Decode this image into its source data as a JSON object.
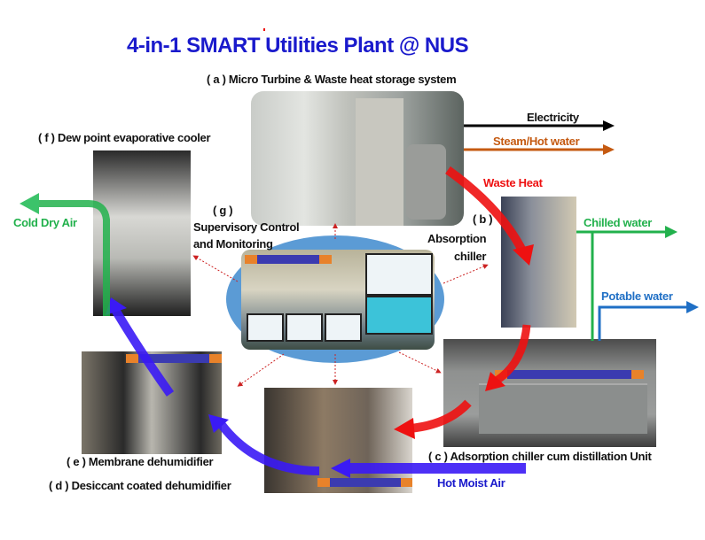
{
  "title": "4-in-1 SMART Utilities Plant @ NUS",
  "components": {
    "a": "( a ) Micro Turbine & Waste heat storage system",
    "b_tag": "( b )",
    "b_line1": "Absorption",
    "b_line2": "chiller",
    "c": "( c ) Adsorption chiller cum distillation Unit",
    "d": "( d ) Desiccant coated dehumidifier",
    "e": "( e ) Membrane dehumidifier",
    "f": "( f ) Dew point evaporative cooler",
    "g_tag": "( g )",
    "g_line1": "Supervisory Control",
    "g_line2": "and Monitoring"
  },
  "flows": {
    "electricity": "Electricity",
    "steam": "Steam/Hot water",
    "waste_heat": "Waste Heat",
    "chilled_water": "Chilled water",
    "potable_water": "Potable water",
    "cold_dry_air": "Cold Dry Air",
    "hot_moist_air": "Hot Moist Air"
  },
  "colors": {
    "title": "#1a1acc",
    "electricity": "#000000",
    "steam": "#c55a11",
    "waste_heat": "#ee1111",
    "chilled_water": "#22b14c",
    "potable_water": "#1f6fc5",
    "air": "#3a1af5"
  }
}
